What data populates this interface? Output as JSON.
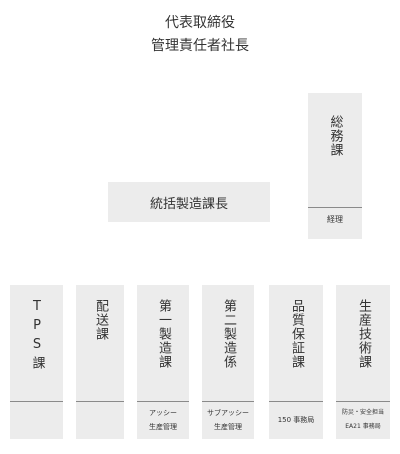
{
  "executive": {
    "line1": "代表取締役",
    "line2": "管理責任者社長"
  },
  "general_affairs": {
    "title": "総務課",
    "sub": "経理"
  },
  "manufacturing_manager": {
    "title": "統括製造課長"
  },
  "departments": [
    {
      "title": "TPS課",
      "sub1": "",
      "sub2": ""
    },
    {
      "title": "配送課",
      "sub1": "",
      "sub2": ""
    },
    {
      "title": "第一製造課",
      "sub1": "アッシー",
      "sub2": "生産管理"
    },
    {
      "title": "第二製造係",
      "sub1": "サブアッシー",
      "sub2": "生産管理"
    },
    {
      "title": "品質保証課",
      "sub1": "150 事務局",
      "sub2": ""
    },
    {
      "title": "生産技術課",
      "sub1": "防災・安全担当",
      "sub2": "EA21 事務局"
    }
  ]
}
